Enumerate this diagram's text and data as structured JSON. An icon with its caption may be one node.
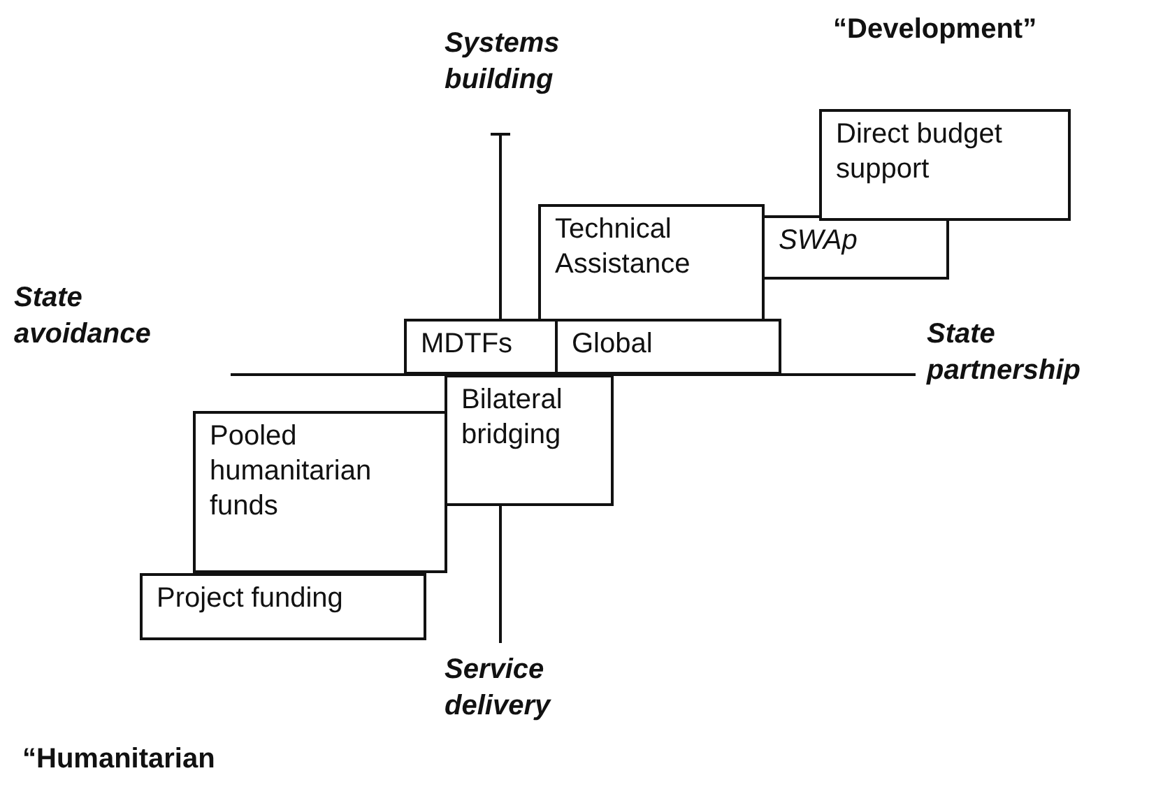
{
  "diagram": {
    "nodes": [
      {
        "text": [
          "Direct budget support"
        ]
      },
      {
        "text": [
          "SWAp"
        ]
      },
      {
        "text": [
          "Technical Assistance"
        ]
      },
      {
        "text": [
          "MDTFs"
        ]
      },
      {
        "text": [
          "Global"
        ]
      },
      {
        "text": [
          "Bilateral bridging"
        ]
      },
      {
        "text": [
          "Pooled humanitarian funds"
        ]
      },
      {
        "text": [
          "Project funding"
        ]
      }
    ],
    "labels": [
      "Systems building",
      "“Development”",
      "State avoidance",
      "State partnership",
      "Service delivery",
      "“Humanitarian"
    ]
  }
}
